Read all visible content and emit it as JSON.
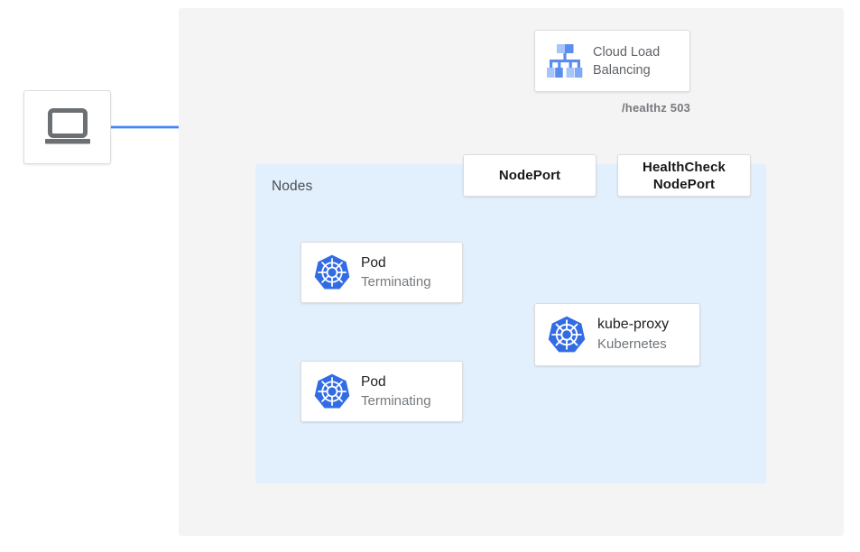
{
  "diagram": {
    "title": "Kubernetes NodePort health check traffic flow",
    "colors": {
      "blue_line": "#4285f4",
      "red_line": "#ea4335",
      "nodes_panel": "#e2effc",
      "outer_panel": "#f4f4f5",
      "k8s_blue": "#326ce5",
      "laptop_gray": "#6c7073"
    }
  },
  "outer_panel": {
    "name": "cluster-region-panel"
  },
  "nodes_panel": {
    "label": "Nodes"
  },
  "client": {
    "icon": "laptop-icon"
  },
  "cloud_load_balancing": {
    "icon": "cloud-load-balancing-icon",
    "line1": "Cloud Load",
    "line2": "Balancing"
  },
  "healthz": {
    "label": "/healthz 503"
  },
  "nodeport": {
    "line1": "NodePort",
    "line2": ""
  },
  "healthcheck_nodeport": {
    "line1": "HealthCheck",
    "line2": "NodePort"
  },
  "pods": [
    {
      "icon": "kubernetes-icon",
      "title": "Pod",
      "subtitle": "Terminating"
    },
    {
      "icon": "kubernetes-icon",
      "title": "Pod",
      "subtitle": "Terminating"
    }
  ],
  "kube_proxy": {
    "icon": "kubernetes-icon",
    "title": "kube-proxy",
    "subtitle": "Kubernetes"
  },
  "connections": [
    {
      "name": "client-to-load-balancer",
      "style": "solid",
      "color": "#4285f4"
    },
    {
      "name": "client-to-nodeport",
      "style": "solid",
      "color": "#4285f4"
    },
    {
      "name": "load-balancer-to-healthcheck-nodeport",
      "style": "solid",
      "color": "#ea4335",
      "label": "/healthz 503"
    },
    {
      "name": "kube-proxy-to-nodeport",
      "style": "dotted",
      "color": "#ea4335"
    },
    {
      "name": "kube-proxy-to-healthcheck-nodeport",
      "style": "dotted",
      "color": "#ea4335"
    },
    {
      "name": "kube-proxy-to-pod-1",
      "style": "solid",
      "color": "#ea4335"
    },
    {
      "name": "kube-proxy-to-pod-2",
      "style": "solid",
      "color": "#ea4335"
    }
  ]
}
